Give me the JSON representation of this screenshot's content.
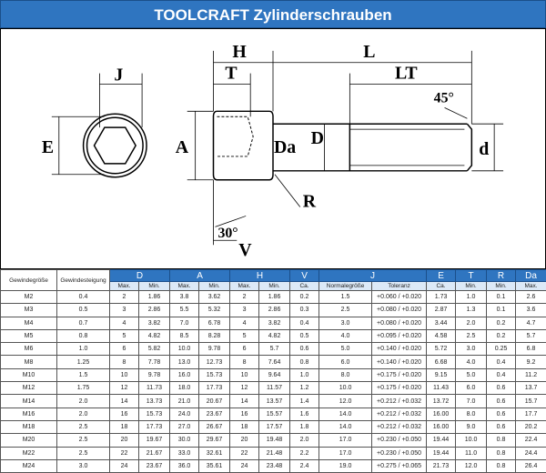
{
  "title": "TOOLCRAFT Zylinderschrauben",
  "drawing": {
    "labels": {
      "J": "J",
      "E": "E",
      "H": "H",
      "T": "T",
      "A": "A",
      "Da": "Da",
      "D": "D",
      "R": "R",
      "angle30": "30°",
      "V": "V",
      "L": "L",
      "LT": "LT",
      "angle45": "45°",
      "d": "d"
    }
  },
  "table": {
    "headers": {
      "size": "Gewindegröße",
      "pitch": "Gewindesteigung",
      "D": "D",
      "A": "A",
      "H": "H",
      "V": "V",
      "J": "J",
      "E": "E",
      "T": "T",
      "R": "R",
      "Da": "Da"
    },
    "subheaders": [
      "Max.",
      "Min.",
      "Max.",
      "Min.",
      "Max.",
      "Min.",
      "Ca.",
      "Normalegröße",
      "Toleranz",
      "Ca.",
      "Min.",
      "Min.",
      "Max."
    ],
    "rows": [
      [
        "M2",
        "0.4",
        "2",
        "1.86",
        "3.8",
        "3.62",
        "2",
        "1.86",
        "0.2",
        "1.5",
        "+0.060 / +0.020",
        "1.73",
        "1.0",
        "0.1",
        "2.6"
      ],
      [
        "M3",
        "0.5",
        "3",
        "2.86",
        "5.5",
        "5.32",
        "3",
        "2.86",
        "0.3",
        "2.5",
        "+0.080 / +0.020",
        "2.87",
        "1.3",
        "0.1",
        "3.6"
      ],
      [
        "M4",
        "0.7",
        "4",
        "3.82",
        "7.0",
        "6.78",
        "4",
        "3.82",
        "0.4",
        "3.0",
        "+0.080 / +0.020",
        "3.44",
        "2.0",
        "0.2",
        "4.7"
      ],
      [
        "M5",
        "0.8",
        "5",
        "4.82",
        "8.5",
        "8.28",
        "5",
        "4.82",
        "0.5",
        "4.0",
        "+0.095 / +0.020",
        "4.58",
        "2.5",
        "0.2",
        "5.7"
      ],
      [
        "M6",
        "1.0",
        "6",
        "5.82",
        "10.0",
        "9.78",
        "6",
        "5.7",
        "0.6",
        "5.0",
        "+0.140 / +0.020",
        "5.72",
        "3.0",
        "0.25",
        "6.8"
      ],
      [
        "M8",
        "1.25",
        "8",
        "7.78",
        "13.0",
        "12.73",
        "8",
        "7.64",
        "0.8",
        "6.0",
        "+0.140 / +0.020",
        "6.68",
        "4.0",
        "0.4",
        "9.2"
      ],
      [
        "M10",
        "1.5",
        "10",
        "9.78",
        "16.0",
        "15.73",
        "10",
        "9.64",
        "1.0",
        "8.0",
        "+0.175 / +0.020",
        "9.15",
        "5.0",
        "0.4",
        "11.2"
      ],
      [
        "M12",
        "1.75",
        "12",
        "11.73",
        "18.0",
        "17.73",
        "12",
        "11.57",
        "1.2",
        "10.0",
        "+0.175 / +0.020",
        "11.43",
        "6.0",
        "0.6",
        "13.7"
      ],
      [
        "M14",
        "2.0",
        "14",
        "13.73",
        "21.0",
        "20.67",
        "14",
        "13.57",
        "1.4",
        "12.0",
        "+0.212 / +0.032",
        "13.72",
        "7.0",
        "0.6",
        "15.7"
      ],
      [
        "M16",
        "2.0",
        "16",
        "15.73",
        "24.0",
        "23.67",
        "16",
        "15.57",
        "1.6",
        "14.0",
        "+0.212 / +0.032",
        "16.00",
        "8.0",
        "0.6",
        "17.7"
      ],
      [
        "M18",
        "2.5",
        "18",
        "17.73",
        "27.0",
        "26.67",
        "18",
        "17.57",
        "1.8",
        "14.0",
        "+0.212 / +0.032",
        "16.00",
        "9.0",
        "0.6",
        "20.2"
      ],
      [
        "M20",
        "2.5",
        "20",
        "19.67",
        "30.0",
        "29.67",
        "20",
        "19.48",
        "2.0",
        "17.0",
        "+0.230 / +0.050",
        "19.44",
        "10.0",
        "0.8",
        "22.4"
      ],
      [
        "M22",
        "2.5",
        "22",
        "21.67",
        "33.0",
        "32.61",
        "22",
        "21.48",
        "2.2",
        "17.0",
        "+0.230 / +0.050",
        "19.44",
        "11.0",
        "0.8",
        "24.4"
      ],
      [
        "M24",
        "3.0",
        "24",
        "23.67",
        "36.0",
        "35.61",
        "24",
        "23.48",
        "2.4",
        "19.0",
        "+0.275 / +0.065",
        "21.73",
        "12.0",
        "0.8",
        "26.4"
      ]
    ]
  },
  "colors": {
    "header_blue": "#2f75c0",
    "subheader_bg": "#dce9f7"
  }
}
